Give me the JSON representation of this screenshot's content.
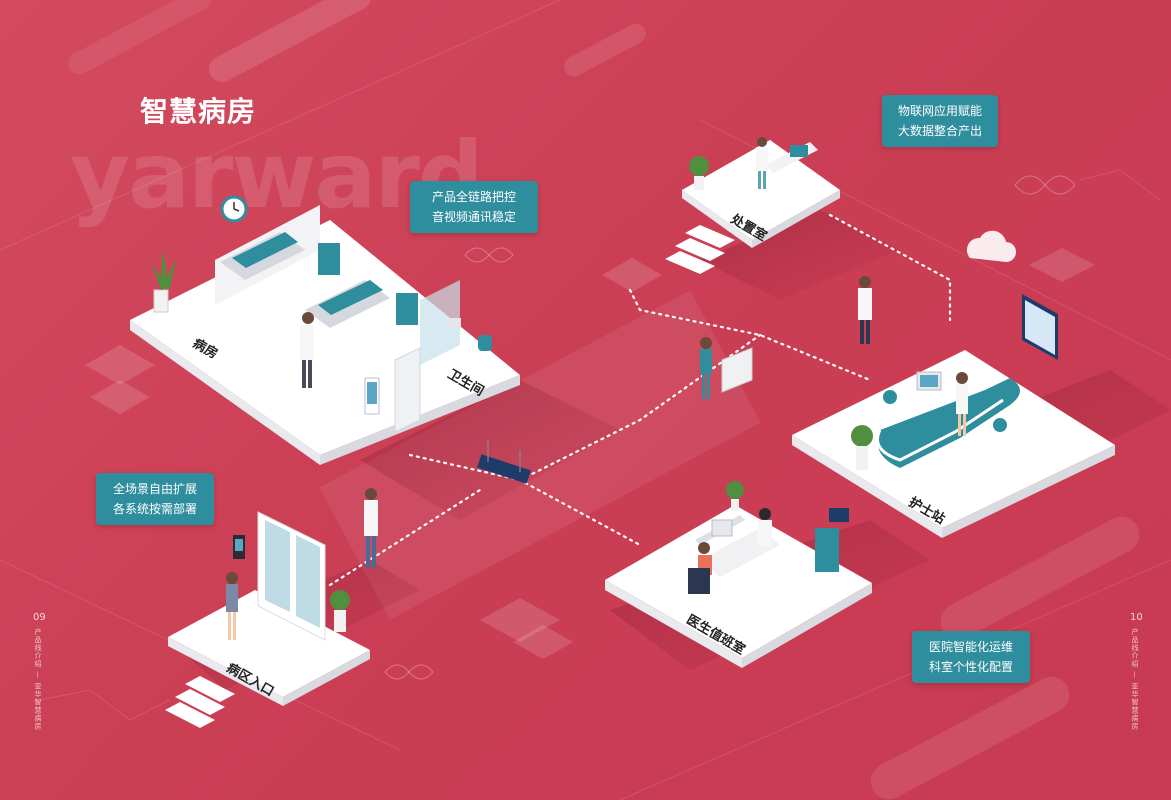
{
  "page": {
    "title": "智慧病房",
    "watermark": "yarward",
    "page_left": "09",
    "page_right": "10",
    "side_left": "产品线介绍 — 亚华智慧病房",
    "side_right": "产品线介绍 — 亚华智慧病房"
  },
  "callouts": {
    "link": [
      "产品全链路把控",
      "音视频通讯稳定"
    ],
    "iot": [
      "物联网应用赋能",
      "大数据整合产出"
    ],
    "scene": [
      "全场景自由扩展",
      "各系统按需部署"
    ],
    "ops": [
      "医院智能化运维",
      "科室个性化配置"
    ]
  },
  "rooms": {
    "ward": "病房",
    "bathroom": "卫生间",
    "treatment": "处置室",
    "nurse_station": "护士站",
    "duty_room": "医生值班室",
    "entrance": "病区入口"
  },
  "colors": {
    "background": "#cf4257",
    "teal": "#2f8e9e",
    "platform": "#ffffff"
  }
}
